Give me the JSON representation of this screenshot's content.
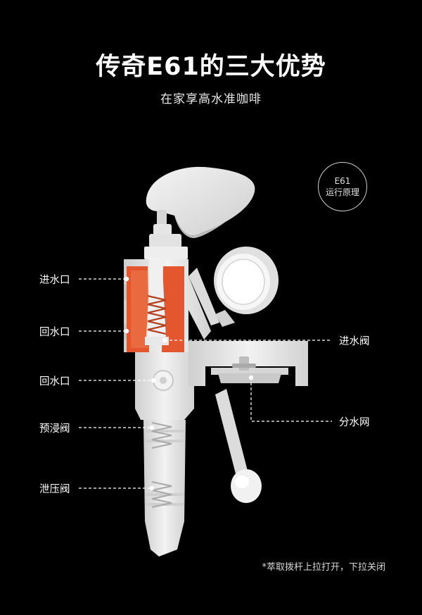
{
  "header": {
    "title": "传奇E61的三大优势",
    "subtitle": "在家享高水准咖啡"
  },
  "badge": {
    "line1": "E61",
    "line2": "运行原理"
  },
  "callouts": {
    "inlet_water": "进水口",
    "return_water_1": "回水口",
    "return_water_2": "回水口",
    "pre_infusion_valve": "预浸阀",
    "pressure_release_valve": "泄压阀",
    "inlet_valve": "进水阀",
    "dispersion_screen": "分水网"
  },
  "footnote": "*萃取拨杆上拉打开，下拉关闭",
  "colors": {
    "background": "#000000",
    "body": "#ececec",
    "shadow": "#bdbdbd",
    "chamber": "#e4572e",
    "leader": "#ffffff"
  }
}
